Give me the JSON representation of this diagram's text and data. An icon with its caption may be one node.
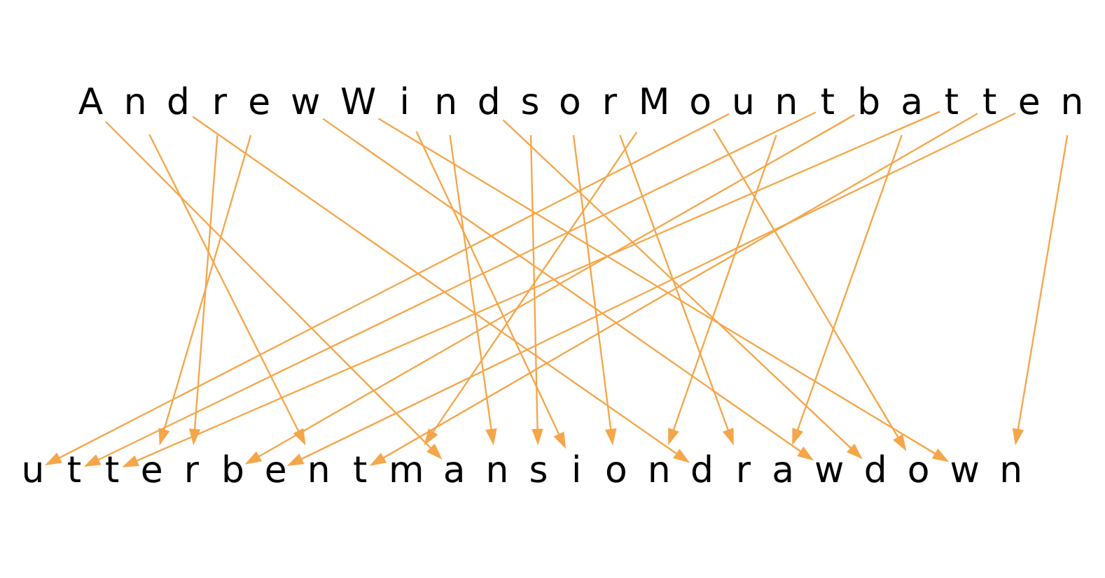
{
  "diagram": {
    "nodes": [
      {
        "text": [
          "A"
        ]
      },
      {
        "text": [
          "n"
        ]
      },
      {
        "text": [
          "d"
        ]
      },
      {
        "text": [
          "r"
        ]
      },
      {
        "text": [
          "e"
        ]
      },
      {
        "text": [
          "w"
        ]
      },
      {
        "text": [
          "W"
        ]
      },
      {
        "text": [
          "i"
        ]
      },
      {
        "text": [
          "n"
        ]
      },
      {
        "text": [
          "d"
        ]
      },
      {
        "text": [
          "s"
        ]
      },
      {
        "text": [
          "o"
        ]
      },
      {
        "text": [
          "r"
        ]
      },
      {
        "text": [
          "M"
        ]
      },
      {
        "text": [
          "o"
        ]
      },
      {
        "text": [
          "u"
        ]
      },
      {
        "text": [
          "n"
        ]
      },
      {
        "text": [
          "t"
        ]
      },
      {
        "text": [
          "b"
        ]
      },
      {
        "text": [
          "a"
        ]
      },
      {
        "text": [
          "t"
        ]
      },
      {
        "text": [
          "t"
        ]
      },
      {
        "text": [
          "e"
        ]
      },
      {
        "text": [
          "n"
        ]
      },
      {
        "text": [
          "u"
        ]
      },
      {
        "text": [
          "t"
        ]
      },
      {
        "text": [
          "t"
        ]
      },
      {
        "text": [
          "e"
        ]
      },
      {
        "text": [
          "r"
        ]
      },
      {
        "text": [
          "b"
        ]
      },
      {
        "text": [
          "e"
        ]
      },
      {
        "text": [
          "n"
        ]
      },
      {
        "text": [
          "t"
        ]
      },
      {
        "text": [
          "m"
        ]
      },
      {
        "text": [
          "a"
        ]
      },
      {
        "text": [
          "n"
        ]
      },
      {
        "text": [
          "s"
        ]
      },
      {
        "text": [
          "i"
        ]
      },
      {
        "text": [
          "o"
        ]
      },
      {
        "text": [
          "n"
        ]
      },
      {
        "text": [
          "d"
        ]
      },
      {
        "text": [
          "r"
        ]
      },
      {
        "text": [
          "a"
        ]
      },
      {
        "text": [
          "w"
        ]
      },
      {
        "text": [
          "d"
        ]
      },
      {
        "text": [
          "o"
        ]
      },
      {
        "text": [
          "w"
        ]
      },
      {
        "text": [
          "n"
        ]
      }
    ],
    "edges": [
      {
        "from": 0,
        "to": 34,
        "arrow": "to"
      },
      {
        "from": 1,
        "to": 31,
        "arrow": "to"
      },
      {
        "from": 2,
        "to": 40,
        "arrow": "to"
      },
      {
        "from": 3,
        "to": 28,
        "arrow": "to"
      },
      {
        "from": 4,
        "to": 27,
        "arrow": "to"
      },
      {
        "from": 5,
        "to": 43,
        "arrow": "to"
      },
      {
        "from": 6,
        "to": 46,
        "arrow": "to"
      },
      {
        "from": 7,
        "to": 37,
        "arrow": "to"
      },
      {
        "from": 8,
        "to": 35,
        "arrow": "to"
      },
      {
        "from": 9,
        "to": 44,
        "arrow": "to"
      },
      {
        "from": 10,
        "to": 36,
        "arrow": "to"
      },
      {
        "from": 11,
        "to": 38,
        "arrow": "to"
      },
      {
        "from": 12,
        "to": 41,
        "arrow": "to"
      },
      {
        "from": 13,
        "to": 33,
        "arrow": "to"
      },
      {
        "from": 14,
        "to": 45,
        "arrow": "to"
      },
      {
        "from": 15,
        "to": 24,
        "arrow": "to"
      },
      {
        "from": 16,
        "to": 39,
        "arrow": "to"
      },
      {
        "from": 17,
        "to": 25,
        "arrow": "to"
      },
      {
        "from": 18,
        "to": 29,
        "arrow": "to"
      },
      {
        "from": 19,
        "to": 42,
        "arrow": "to"
      },
      {
        "from": 20,
        "to": 26,
        "arrow": "to"
      },
      {
        "from": 21,
        "to": 32,
        "arrow": "to"
      },
      {
        "from": 22,
        "to": 30,
        "arrow": "to"
      },
      {
        "from": 23,
        "to": 47,
        "arrow": "to"
      }
    ]
  }
}
